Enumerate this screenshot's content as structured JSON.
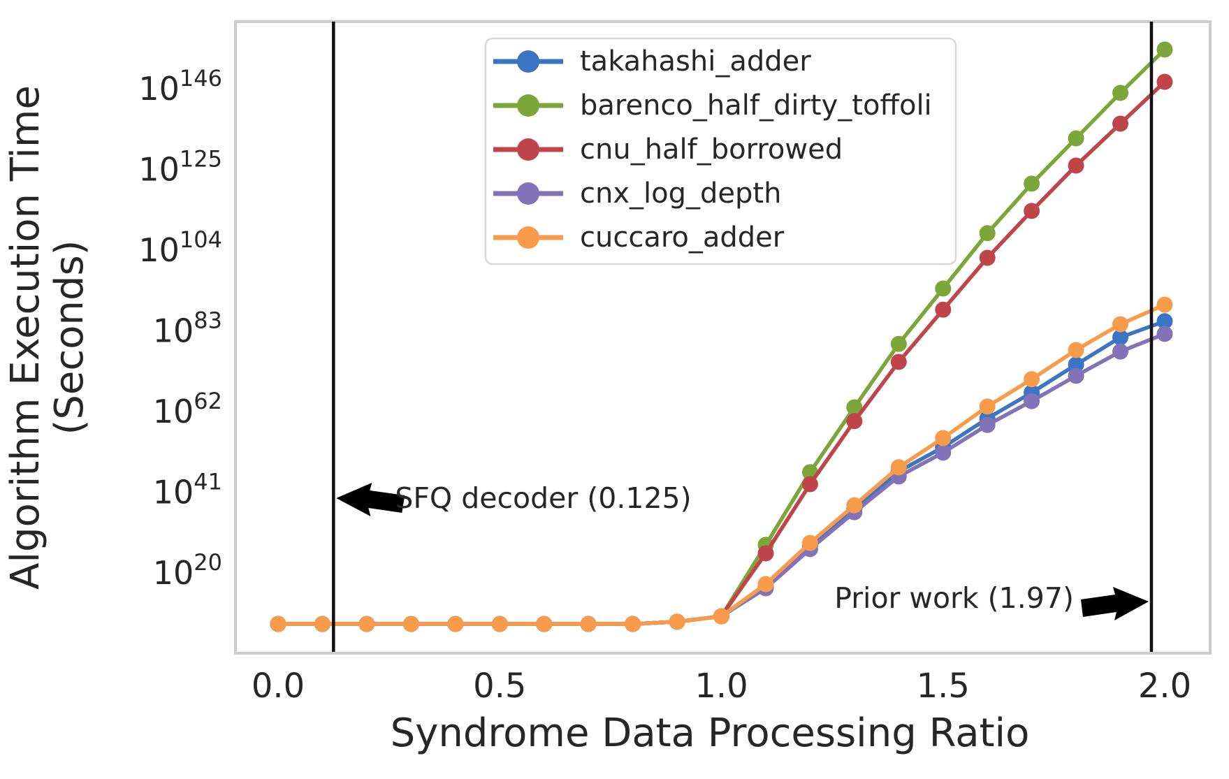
{
  "figure": {
    "xlabel": "Syndrome Data Processing Ratio",
    "ylabel_line1": "Algorithm Execution Time",
    "ylabel_line2": "(Seconds)"
  },
  "chart_data": {
    "type": "line",
    "y_scale": "log10",
    "title": "",
    "xlabel": "Syndrome Data Processing Ratio",
    "ylabel": "Algorithm Execution Time (Seconds)",
    "grid": false,
    "legend_position": "upper center",
    "xlim": [
      -0.1,
      2.1
    ],
    "ylim_log10": [
      -0.9,
      163.6
    ],
    "xticks_labels": [
      "0.0",
      "0.5",
      "1.0",
      "1.5",
      "2.0"
    ],
    "xticks_values": [
      0,
      0.5,
      1.0,
      1.5,
      2.0
    ],
    "ytick_exponents": [
      20,
      41,
      62,
      83,
      104,
      125,
      146
    ],
    "x": [
      0.0,
      0.1,
      0.2,
      0.3,
      0.4,
      0.5,
      0.6,
      0.7,
      0.8,
      0.9,
      1.0,
      1.1,
      1.2,
      1.3,
      1.4,
      1.5,
      1.6,
      1.7,
      1.8,
      1.9,
      2.0
    ],
    "series": [
      {
        "name": "takahashi_adder",
        "color": "#3B75C4",
        "values_log10_seconds": [
          6.7,
          6.7,
          6.7,
          6.7,
          6.7,
          6.7,
          6.7,
          6.7,
          6.7,
          7.3,
          8.7,
          16.5,
          27.1,
          36.7,
          46.4,
          52.7,
          60.2,
          66.9,
          74.2,
          81.3,
          85.5
        ]
      },
      {
        "name": "barenco_half_dirty_toffoli",
        "color": "#7CA63A",
        "values_log10_seconds": [
          6.7,
          6.7,
          6.7,
          6.7,
          6.7,
          6.7,
          6.7,
          6.7,
          6.7,
          7.3,
          8.7,
          27.3,
          46.2,
          63.1,
          79.6,
          94.0,
          108.4,
          121.3,
          133.1,
          144.9,
          156.2
        ]
      },
      {
        "name": "cnu_half_borrowed",
        "color": "#BE464B",
        "values_log10_seconds": [
          6.7,
          6.7,
          6.7,
          6.7,
          6.7,
          6.7,
          6.7,
          6.7,
          6.7,
          7.3,
          8.7,
          25.1,
          43.1,
          59.5,
          74.9,
          88.5,
          102.0,
          114.2,
          126.0,
          136.9,
          147.8
        ]
      },
      {
        "name": "cnx_log_depth",
        "color": "#8273B8",
        "values_log10_seconds": [
          6.7,
          6.7,
          6.7,
          6.7,
          6.7,
          6.7,
          6.7,
          6.7,
          6.7,
          7.3,
          8.7,
          16.0,
          26.2,
          35.8,
          45.1,
          51.3,
          58.5,
          64.7,
          71.3,
          77.6,
          82.2
        ]
      },
      {
        "name": "cuccaro_adder",
        "color": "#F89B4A",
        "values_log10_seconds": [
          6.7,
          6.7,
          6.7,
          6.7,
          6.7,
          6.7,
          6.7,
          6.7,
          6.7,
          7.3,
          8.7,
          17.1,
          27.8,
          37.6,
          47.5,
          55.1,
          63.3,
          70.4,
          78.0,
          84.7,
          89.8
        ]
      }
    ],
    "annotations": [
      {
        "label": "SFQ decoder (0.125)",
        "x": 0.125,
        "arrow": "left"
      },
      {
        "label": "Prior work (1.97)",
        "x": 1.97,
        "arrow": "right"
      }
    ],
    "colors": {
      "annotation_line": "#111111",
      "spine": "#cccccc",
      "text": "#262626",
      "legend_border": "#d9d9d9"
    }
  }
}
